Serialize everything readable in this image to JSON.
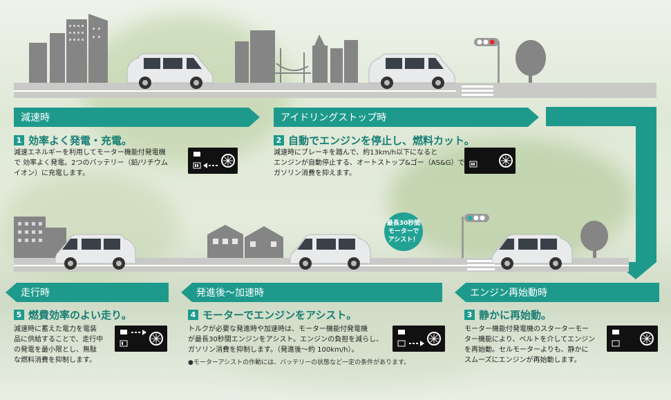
{
  "colors": {
    "teal": "#1e9a8c",
    "teal_dark": "#177e74",
    "building": "#858585",
    "road": "#c9cac8"
  },
  "stages": {
    "decel": {
      "banner": "減速時",
      "num": "1",
      "title": "効率よく発電・充電。",
      "lines": [
        "減速エネルギーを利用してモーター機能付発電機",
        "で 効率よく発電。2つのバッテリー（鉛/リチウム",
        "イオン）に充電します。"
      ]
    },
    "idle": {
      "banner": "アイドリングストップ時",
      "num": "2",
      "title": "自動でエンジンを停止し、燃料カット。",
      "lines": [
        "減速時にブレーキを踏んで、約13km/h以下になると",
        "エンジンが自動停止する、オートストップ&ゴー（AS&G）で",
        "ガソリン消費を抑えます。"
      ]
    },
    "restart": {
      "banner": "エンジン再始動時",
      "num": "3",
      "title": "静かに再始動。",
      "lines": [
        "モーター機能付発電機のスターターモー",
        "ター機能により、ベルトを介してエンジン",
        "を再始動。セルモーターよりも、静かに",
        "スムーズにエンジンが再始動します。"
      ]
    },
    "accel": {
      "banner": "発進後～加速時",
      "num": "4",
      "title": "モーターでエンジンをアシスト。",
      "lines": [
        "トルクが必要な発進時や加速時は、モーター機能付発電機",
        "が最長30秒間エンジンをアシスト。エンジンの負担を減らし、",
        "ガソリン消費を抑制します。（発進後～約 100km/h）。"
      ],
      "note": "●モーターアシストの作動には、バッテリーの状態など一定の条件があります。"
    },
    "cruise": {
      "banner": "走行時",
      "num": "5",
      "title": "燃費効率のよい走り。",
      "lines": [
        "減速時に蓄えた電力を電装",
        "品に供給することで、走行中",
        "の発電を最小限とし、無駄",
        "な燃料消費を抑制します。"
      ]
    }
  },
  "bubble": {
    "lines": [
      "最長30秒間",
      "モーターで",
      "アシスト！"
    ]
  }
}
